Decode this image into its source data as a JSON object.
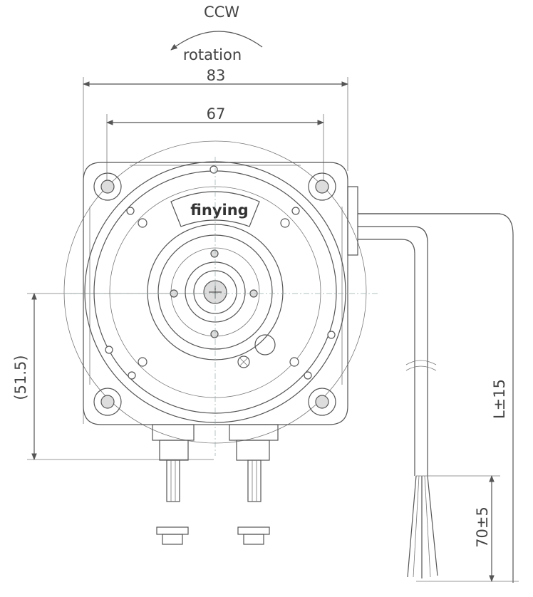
{
  "rotation": {
    "direction": "CCW",
    "label": "rotation"
  },
  "dimensions": {
    "overall_width": "83",
    "hole_spacing": "67",
    "shaft_height": "(51.5)",
    "cable_length": "L±15",
    "lead_strip": "70±5"
  },
  "brand": "finying",
  "icons": {
    "rotation_arrow": "curved-arrow-icon"
  }
}
